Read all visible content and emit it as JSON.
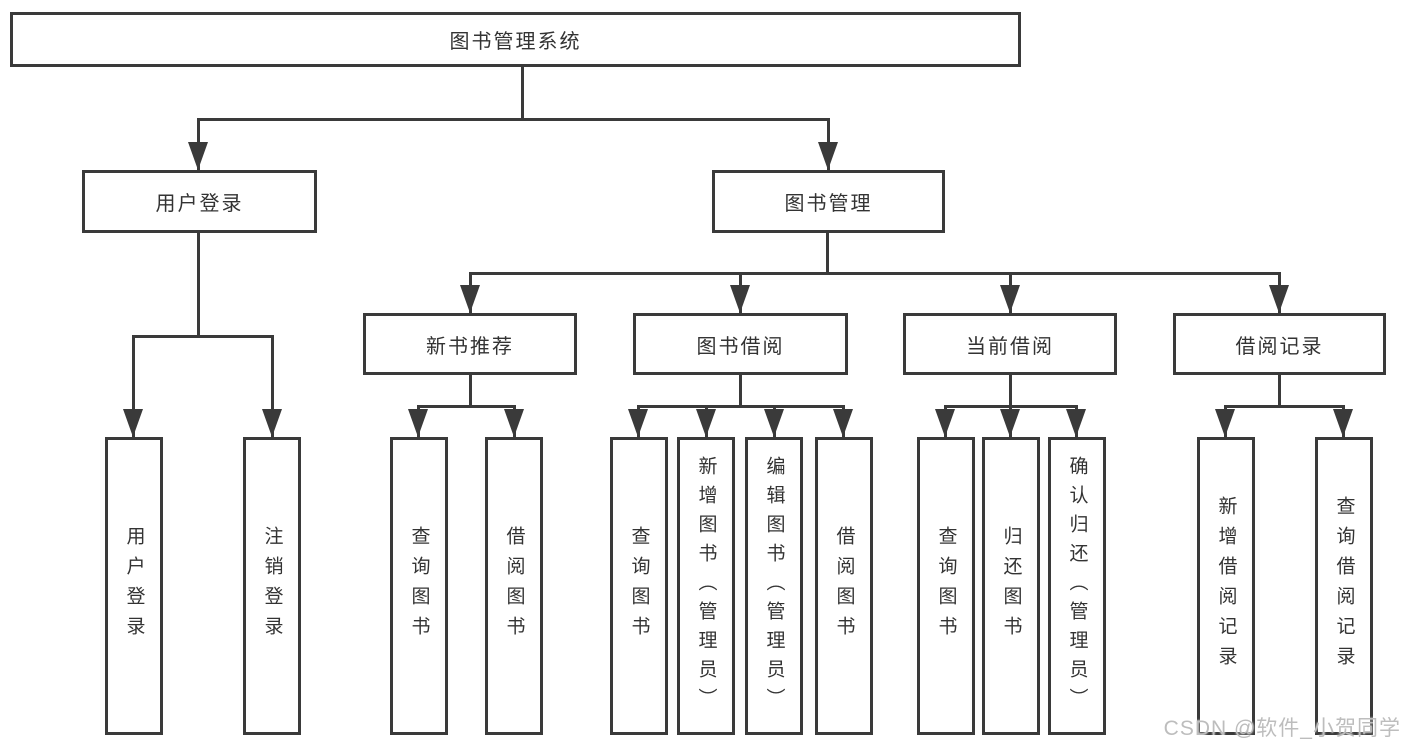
{
  "title": "图书管理系统",
  "watermark": "CSDN @软件_小贺同学",
  "colors": {
    "line": "#3a3a3a",
    "text": "#333333",
    "box_background": "#ffffff",
    "watermark": "#bdbdbd"
  },
  "nodes": {
    "root": {
      "label": "图书管理系统"
    },
    "user_login": {
      "label": "用户登录"
    },
    "book_mgmt": {
      "label": "图书管理"
    },
    "new_books": {
      "label": "新书推荐"
    },
    "book_borrow": {
      "label": "图书借阅"
    },
    "current_borrow": {
      "label": "当前借阅"
    },
    "borrow_records": {
      "label": "借阅记录"
    },
    "ul_login": {
      "label": "用户登录"
    },
    "ul_logout": {
      "label": "注销登录"
    },
    "nb_query": {
      "label": "查询图书"
    },
    "nb_borrow": {
      "label": "借阅图书"
    },
    "bb_query": {
      "label": "查询图书"
    },
    "bb_add": {
      "label": "新增图书（管理员）"
    },
    "bb_edit": {
      "label": "编辑图书（管理员）"
    },
    "bb_borrow": {
      "label": "借阅图书"
    },
    "cb_query": {
      "label": "查询图书"
    },
    "cb_return": {
      "label": "归还图书"
    },
    "cb_confirm": {
      "label": "确认归还（管理员）"
    },
    "br_add": {
      "label": "新增借阅记录"
    },
    "br_query": {
      "label": "查询借阅记录"
    }
  },
  "structure": {
    "root_children": [
      "用户登录",
      "图书管理"
    ],
    "user_login_children": [
      "用户登录",
      "注销登录"
    ],
    "book_mgmt_children": [
      "新书推荐",
      "图书借阅",
      "当前借阅",
      "借阅记录"
    ],
    "new_books_children": [
      "查询图书",
      "借阅图书"
    ],
    "book_borrow_children": [
      "查询图书",
      "新增图书（管理员）",
      "编辑图书（管理员）",
      "借阅图书"
    ],
    "current_borrow_children": [
      "查询图书",
      "归还图书",
      "确认归还（管理员）"
    ],
    "borrow_records_children": [
      "新增借阅记录",
      "查询借阅记录"
    ]
  }
}
